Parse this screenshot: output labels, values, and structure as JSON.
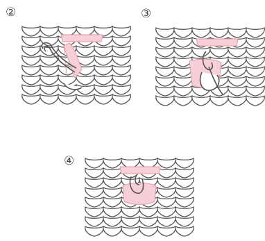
{
  "steps": [
    {
      "label": "②"
    },
    {
      "label": "③"
    },
    {
      "label": "④"
    }
  ],
  "colors": {
    "stitch_line": "#555555",
    "stitch_fill": "#ffffff",
    "contrast_yarn": "#f7cfd6",
    "contrast_line": "#e39aa8"
  }
}
